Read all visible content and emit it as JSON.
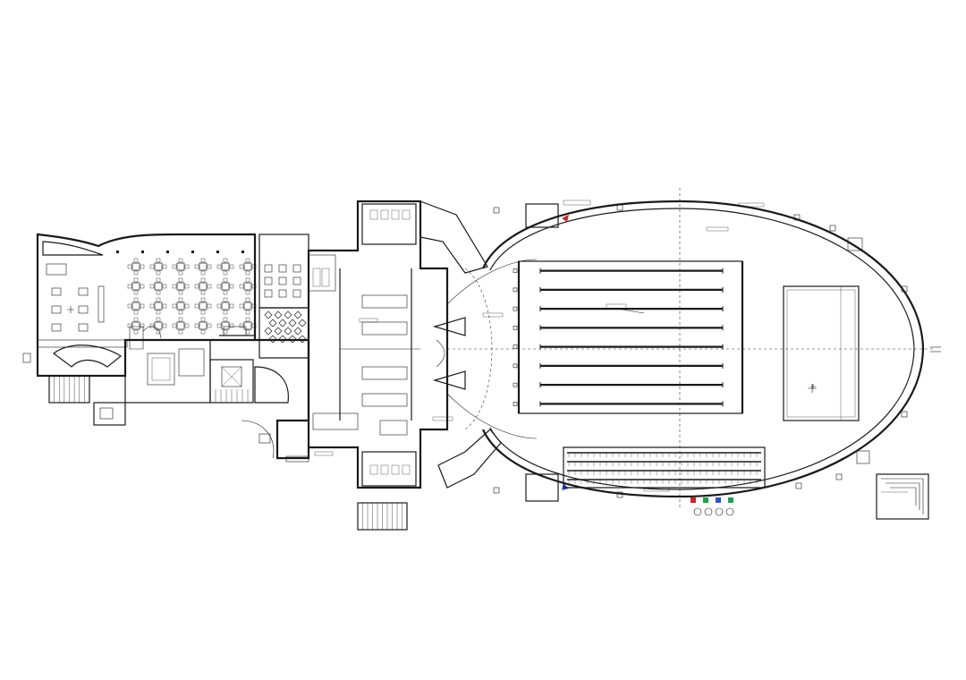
{
  "colors": {
    "line": "#1a1a1a",
    "pool_water": "#bfe7ee",
    "lane_rope": "#1a1a1a",
    "background": "#ffffff",
    "accent_green": "#1aa34a",
    "accent_red": "#d42020",
    "accent_blue": "#2b4fd8"
  },
  "plan": {
    "main_pool": {
      "lanes": 8
    },
    "teaching_pool": {},
    "dining_hall": {
      "table_rows": 4,
      "table_cols": 6
    },
    "spectator_seating": {
      "rows": 4
    }
  }
}
